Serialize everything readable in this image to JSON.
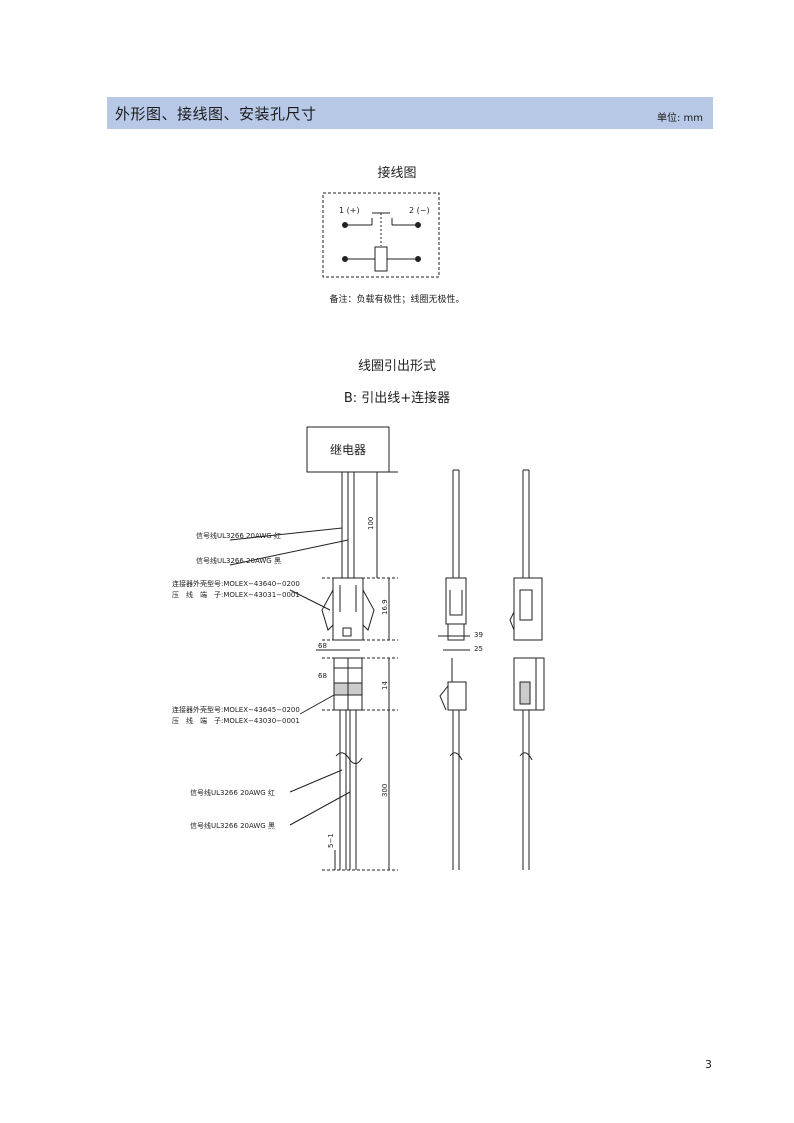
{
  "header": {
    "title": "外形图、接线图、安装孔尺寸",
    "unit": "单位: mm"
  },
  "wiring": {
    "title": "接线图",
    "pin1": "1 (+)",
    "pin2": "2 (−)",
    "note": "备注：负载有极性；线圈无极性。"
  },
  "lead": {
    "title": "线圈引出形式",
    "subtitle": "B: 引出线+连接器",
    "relay_label": "继电器",
    "wire_red_top": "信号线UL3266 20AWG 红",
    "wire_black_top": "信号线UL3266 20AWG 黑",
    "conn1_shell": "连接器外壳型号:MOLEX−43640−0200",
    "conn1_terminal": "压　线　端　子:MOLEX−43031−0001",
    "conn2_shell": "连接器外壳型号:MOLEX−43645−0200",
    "conn2_terminal": "压　线　端　子:MOLEX−43030−0001",
    "wire_red_bottom": "信号线UL3266 20AWG 红",
    "wire_black_bottom": "信号线UL3266 20AWG 黑",
    "dim_100": "100",
    "dim_16_9": "16.9",
    "dim_68a": "68",
    "dim_14": "14",
    "dim_68b": "68",
    "dim_300": "300",
    "dim_5": "5−1",
    "dim_39": "39",
    "dim_25": "25"
  },
  "page_number": "3"
}
